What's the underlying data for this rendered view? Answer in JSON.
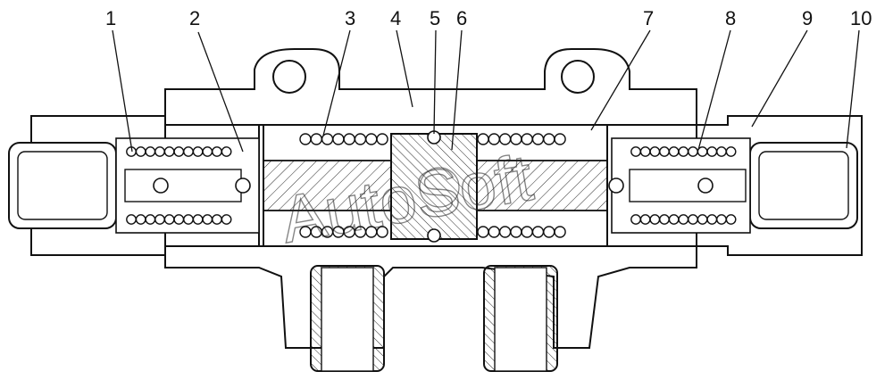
{
  "diagram": {
    "callouts": [
      "1",
      "2",
      "3",
      "4",
      "5",
      "6",
      "7",
      "8",
      "9",
      "10"
    ],
    "watermark": "AutoSoft",
    "colors": {
      "line": "#111111",
      "background": "#ffffff",
      "hatch_fill": "#f6f6f6"
    }
  }
}
